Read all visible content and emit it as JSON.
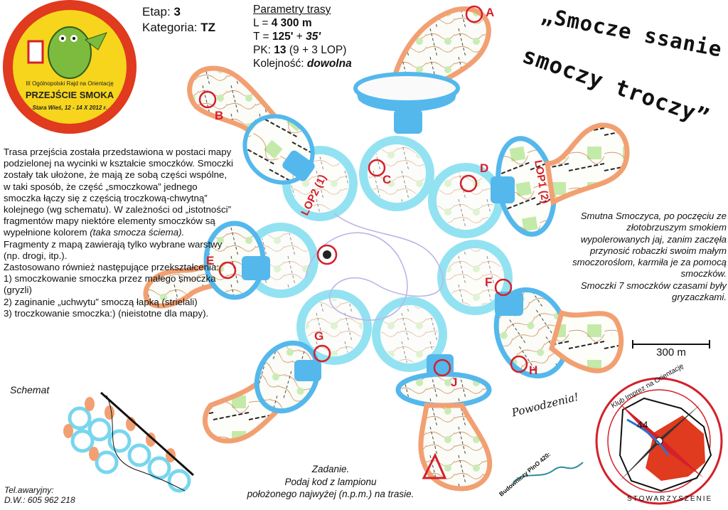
{
  "event_badge": {
    "line1": "III Ogólnopolski Rajd na Orientację",
    "line2": "PRZEJŚCIE SMOKA",
    "line3": "Stara Wieś, 12 - 14 X 2012 r."
  },
  "stage": {
    "etap_label": "Etap:",
    "etap_value": "3",
    "kategoria_label": "Kategoria:",
    "kategoria_value": "TZ"
  },
  "route_params": {
    "header": "Parametry trasy",
    "length_label": "L =",
    "length_value": "4 300 m",
    "time_label": "T =",
    "time_value": "125'",
    "time_plus": "+",
    "time_extra": "35'",
    "pk_label": "PK:",
    "pk_value": "13",
    "pk_detail": "(9 + 3 LOP)",
    "order_label": "Kolejność:",
    "order_value": "dowolna"
  },
  "title": {
    "line1": "„Smocze ssanie",
    "line2": "smoczy troczy”"
  },
  "description": {
    "p1": "Trasa przejścia została przedstawiona w postaci mapy podzielonej na wycinki w kształcie smoczków. Smoczki zostały tak ułożone, że mają ze sobą części wspólne, w taki sposób, że część „smoczkowa” jednego smoczka łączy się z częścią troczkową-chwytną” kolejnego (wg schematu). W zależności od „istotności” fragmentów mapy niektóre elementy smoczków są wypełnione kolorem",
    "p1_italic": "(taka smocza ściema).",
    "p2": "Fragmenty z mapą zawierają tylko wybrane warstwy (np. drogi, itp.).",
    "p3": "Zastosowano również następujące przekształcenia:",
    "items": [
      "1) smoczkowanie smoczka przez małego smoczka (gryzli)",
      "2) zaginanie „uchwytu” smoczą łapką (strielali)",
      "3) troczkowanie smoczka:) (nieistotne dla mapy)."
    ]
  },
  "story": {
    "p1": "Smutna Smoczyca, po poczęciu ze złotobrzuszym smokiem wypolerowanych jaj, zanim zaczęła przynosić robaczki swoim małym smoczoroślom, karmiła je za pomocą smoczków.",
    "p2": "Smoczki 7 smoczków czasami były gryzaczkami."
  },
  "scale": {
    "label": "300 m"
  },
  "schemat": {
    "title": "Schemat"
  },
  "task": {
    "title": "Zadanie.",
    "line1": "Podaj kod z lampionu",
    "line2": "położonego najwyżej (n.p.m.) na trasie."
  },
  "emergency": {
    "line1": "Tel.awaryjny:",
    "line2": "D.W.: 605 962 218"
  },
  "signoff": {
    "wish": "Powodzenia!",
    "builder": "Budowniczy PInO 420:"
  },
  "club_logo": {
    "top_text": "Klub Imprez na Orientację",
    "bottom_text": "STOWARZYSZENIE",
    "number": "44"
  },
  "controls": [
    {
      "label": "A"
    },
    {
      "label": "B"
    },
    {
      "label": "C"
    },
    {
      "label": "D"
    },
    {
      "label": "E"
    },
    {
      "label": "F"
    },
    {
      "label": "G"
    },
    {
      "label": "H"
    },
    {
      "label": "J"
    }
  ],
  "lop_labels": [
    {
      "label": "LOP1 (2)"
    },
    {
      "label": "LOP2 (1)"
    }
  ],
  "colors": {
    "pacifier_blue": "#54b8ec",
    "ring_cyan": "#93e2f2",
    "pacifier_outline": "#f2a072",
    "control_red": "#d4202a",
    "badge_red": "#e03a1f",
    "badge_yellow": "#f6d51c",
    "map_green": "#b6e39c"
  }
}
